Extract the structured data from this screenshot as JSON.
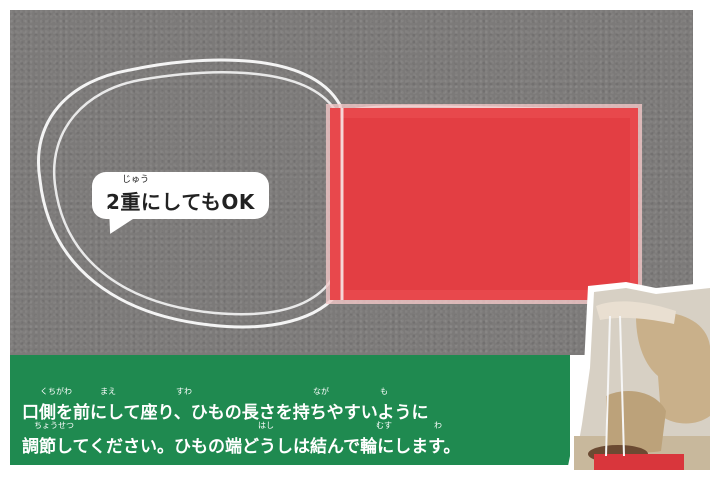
{
  "bubble": {
    "text": "2重にしてもOK",
    "ruby": "じゅう"
  },
  "caption": {
    "line1": "口側を前にして座り、ひもの長さを持ちやすいように",
    "line2": "調節してください。ひもの端どうしは結んで輪にします。",
    "ruby": {
      "kuchigawa": "くちがわ",
      "mae": "まえ",
      "suwa": "すわ",
      "naga": "なが",
      "mo": "も",
      "chousetsu": "ちょうせつ",
      "hashi": "はし",
      "musu": "むす",
      "wa": "わ"
    }
  },
  "colors": {
    "caption_bg": "#1f8a50",
    "bag_red": "#e8484c",
    "carpet": "#7c7a79"
  }
}
